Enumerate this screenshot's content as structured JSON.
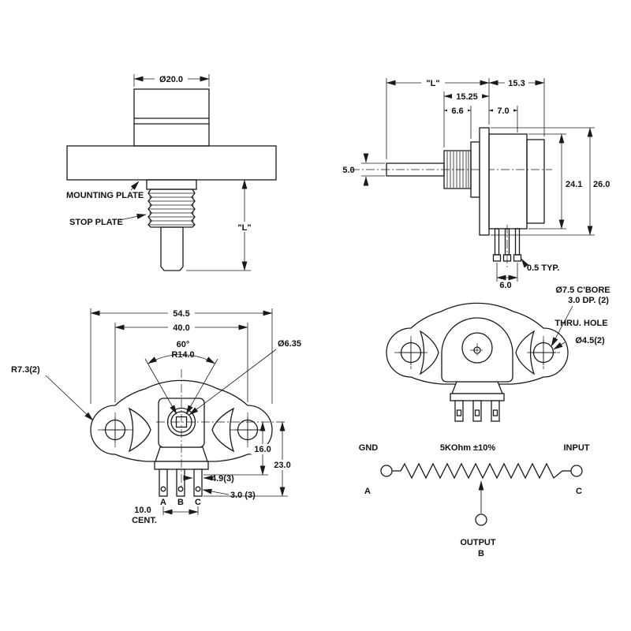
{
  "v1": {
    "dia": "Ø20.0",
    "mounting_plate": "MOUNTING PLATE",
    "stop_plate": "STOP PLATE",
    "len": "\"L\""
  },
  "v2": {
    "len": "\"L\"",
    "d153": "15.3",
    "d1525": "15.25",
    "d66": "6.6",
    "d70": "7.0",
    "d50": "5.0",
    "d241": "24.1",
    "d260": "26.0",
    "d05typ": "0.5 TYP.",
    "d60": "6.0"
  },
  "v3": {
    "d545": "54.5",
    "d400": "40.0",
    "a60": "60°",
    "r140": "R14.0",
    "dia635": "Ø6.35",
    "r73": "R7.3(2)",
    "d160": "16.0",
    "d230": "23.0",
    "d49": "4.9(3)",
    "d30": "3.0 (3)",
    "d100": "10.0",
    "cent": "CENT.",
    "ta": "A",
    "tb": "B",
    "tc": "C"
  },
  "v4": {
    "cbore1": "Ø7.5 C'BORE",
    "cbore2": "3.0 DP. (2)",
    "thru1": "THRU. HOLE",
    "thru2": "Ø4.5(2)"
  },
  "sch": {
    "gnd": "GND",
    "value": "5KOhm ±10%",
    "input": "INPUT",
    "a": "A",
    "c": "C",
    "output": "OUTPUT",
    "b": "B"
  },
  "colors": {
    "line": "#1a1a1a",
    "background": "#ffffff"
  }
}
